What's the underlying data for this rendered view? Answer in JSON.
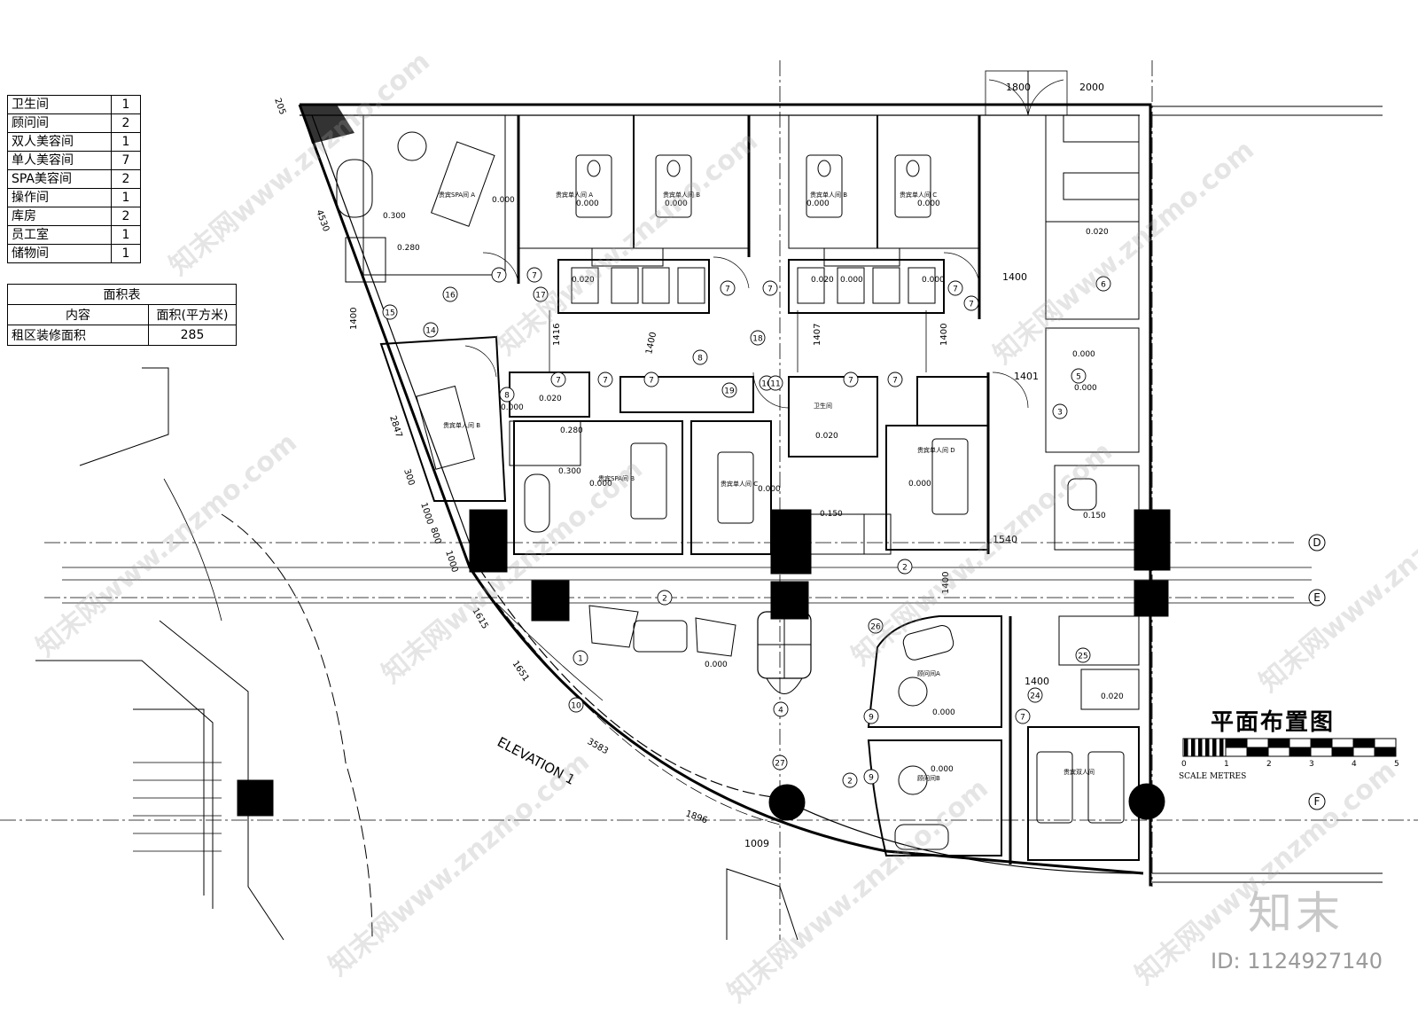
{
  "room_table": [
    {
      "name": "卫生间",
      "count": "1"
    },
    {
      "name": "顾问间",
      "count": "2"
    },
    {
      "name": "双人美容间",
      "count": "1"
    },
    {
      "name": "单人美容间",
      "count": "7"
    },
    {
      "name": "SPA美容间",
      "count": "2"
    },
    {
      "name": "操作间",
      "count": "1"
    },
    {
      "name": "库房",
      "count": "2"
    },
    {
      "name": "员工室",
      "count": "1"
    },
    {
      "name": "储物间",
      "count": "1"
    }
  ],
  "area_table": {
    "title": "面积表",
    "col_content": "内容",
    "col_area": "面积(平方米)",
    "row_label": "租区装修面积",
    "row_value": "285"
  },
  "plan_title": "平面布置图",
  "scale": {
    "numbers": [
      "0",
      "1",
      "2",
      "3",
      "4",
      "5"
    ],
    "caption": "SCALE METRES"
  },
  "elevation_label": "ELEVATION 1",
  "grid_labels": [
    "D",
    "E",
    "F"
  ],
  "dimensions": [
    "205",
    "4530",
    "1800",
    "2000",
    "1400",
    "1416",
    "1400",
    "1407",
    "1400",
    "1401",
    "1400",
    "1540",
    "1400",
    "1400",
    "2847",
    "300",
    "1000",
    "800",
    "1000",
    "1615",
    "1651",
    "3583",
    "1896",
    "1009"
  ],
  "elevations": [
    "0.300",
    "0.280",
    "0.000",
    "0.000",
    "0.000",
    "0.000",
    "0.000",
    "0.020",
    "0.020",
    "0.000",
    "0.280",
    "0.300",
    "0.000",
    "0.000",
    "0.020",
    "0.150",
    "0.020",
    "0.000",
    "0.000",
    "0.000",
    "0.000",
    "0.000",
    "0.000",
    "0.150",
    "0.000",
    "0.000",
    "0.020",
    "0.020"
  ],
  "room_marks": [
    "贵宾SPA间 A",
    "贵宾单人间 A",
    "贵宾单人间 B",
    "贵宾单人间 B",
    "贵宾单人间 C",
    "贵宾单人间 B",
    "贵宾SPA间 B",
    "贵宾单人间 C",
    "卫生间",
    "贵宾单人间 D",
    "顾问间A",
    "顾问间B",
    "贵宾双人间"
  ],
  "callouts": [
    "7",
    "7",
    "16",
    "17",
    "7",
    "7",
    "18",
    "7",
    "7",
    "19",
    "15",
    "14",
    "6",
    "8",
    "7",
    "7",
    "8",
    "7",
    "10",
    "11",
    "7",
    "7",
    "5",
    "3",
    "2",
    "4",
    "9",
    "9",
    "2",
    "10",
    "1",
    "2",
    "7",
    "24",
    "25",
    "26",
    "27"
  ],
  "watermark_text": "知末网www.znzmo.com",
  "brand": "知末",
  "image_id": "ID: 1124927140"
}
